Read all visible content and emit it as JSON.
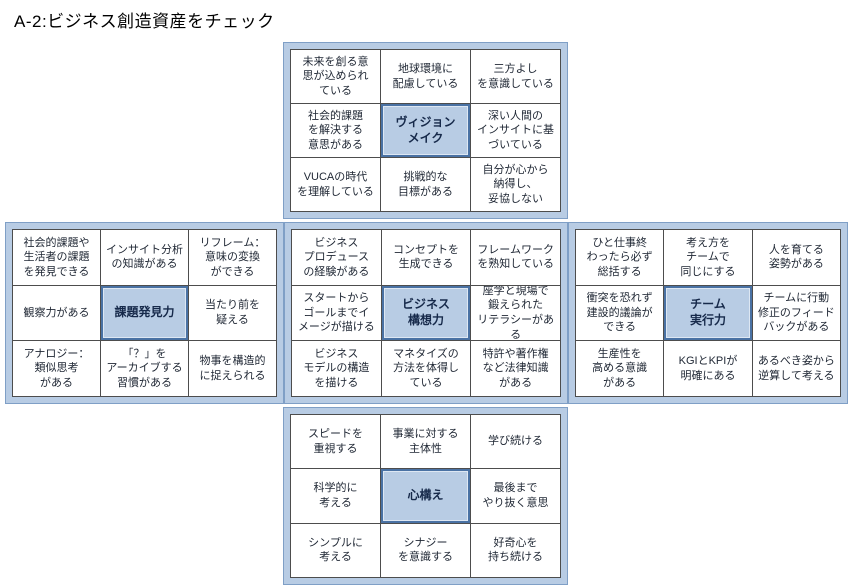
{
  "page_title": "A-2:ビジネス創造資産をチェック",
  "colors": {
    "frame_fill": "#b8cce4",
    "frame_border": "#7f9fc6",
    "cell_background": "#ffffff",
    "cell_border": "#4d4d4d",
    "center_cell_fill": "#b8cce4",
    "center_cell_border": "#4a72a4",
    "text": "#1e2633"
  },
  "grids": {
    "top": {
      "theme": "ヴィジョンメイク",
      "cells": [
        "未来を創る意\n思が込められ\nている",
        "地球環境に\n配慮している",
        "三方よし\nを意識している",
        "社会的課題\nを解決する\n意思がある",
        "ヴィジョン\nメイク",
        "深い人間の\nインサイトに基\nづいている",
        "VUCAの時代\nを理解している",
        "挑戦的な\n目標がある",
        "自分が心から\n納得し、\n妥協しない"
      ]
    },
    "left": {
      "theme": "課題発見力",
      "cells": [
        "社会的課題や\n生活者の課題\nを発見できる",
        "インサイト分析\nの知識がある",
        "リフレーム：\n意味の変換\nができる",
        "観察力がある",
        "課題発見力",
        "当たり前を\n疑える",
        "アナロジー：\n類似思考\nがある",
        "「？」を\nアーカイブする\n習慣がある",
        "物事を構造的\nに捉えられる"
      ]
    },
    "center": {
      "theme": "ビジネス構想力",
      "cells": [
        "ビジネス\nプロデュース\nの経験がある",
        "コンセプトを\n生成できる",
        "フレームワーク\nを熟知している",
        "スタートから\nゴールまでイ\nメージが描ける",
        "ビジネス\n構想力",
        "座学と現場で\n鍛えられた\nリテラシーがある",
        "ビジネス\nモデルの構造\nを描ける",
        "マネタイズの\n方法を体得し\nている",
        "特許や著作権\nなど法律知識\nがある"
      ]
    },
    "right": {
      "theme": "チーム実行力",
      "cells": [
        "ひと仕事終\nわったら必ず\n総括する",
        "考え方を\nチームで\n同じにする",
        "人を育てる\n姿勢がある",
        "衝突を恐れず\n建設的議論が\nできる",
        "チーム\n実行力",
        "チームに行動\n修正のフィード\nバックがある",
        "生産性を\n高める意識\nがある",
        "KGIとKPIが\n明確にある",
        "あるべき姿から\n逆算して考える"
      ]
    },
    "bottom": {
      "theme": "心構え",
      "cells": [
        "スピードを\n重視する",
        "事業に対する\n主体性",
        "学び続ける",
        "科学的に\n考える",
        "心構え",
        "最後まで\nやり抜く意思",
        "シンプルに\n考える",
        "シナジー\nを意識する",
        "好奇心を\n持ち続ける"
      ]
    }
  }
}
